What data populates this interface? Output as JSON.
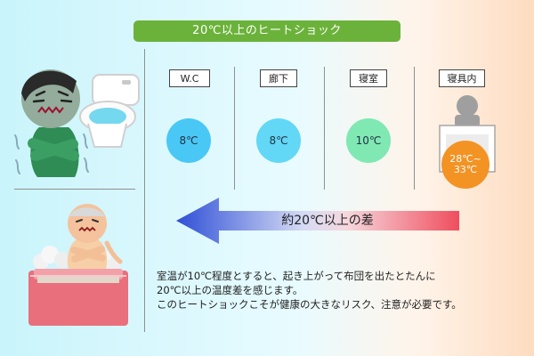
{
  "title": "20℃以上のヒートショック",
  "locations": [
    {
      "label": "W.C",
      "temp": "8℃",
      "color": "#4ac8f5"
    },
    {
      "label": "廊下",
      "temp": "8℃",
      "color": "#62d7f6"
    },
    {
      "label": "寝室",
      "temp": "10℃",
      "color": "#7fe8b3"
    },
    {
      "label": "寝具内",
      "temp_line1": "28℃~",
      "temp_line2": "33℃",
      "color": "#f39323"
    }
  ],
  "arrow": {
    "label": "約20℃以上の差",
    "cold_color": "#2f4fd6",
    "warm_color": "#f04e5e"
  },
  "description": [
    "室温が10℃程度とすると、起き上がって布団を出たとたんに",
    "20℃以上の温度差を感じます。",
    "このヒートショックこそが健康の大きなリスク、注意が必要です。"
  ]
}
